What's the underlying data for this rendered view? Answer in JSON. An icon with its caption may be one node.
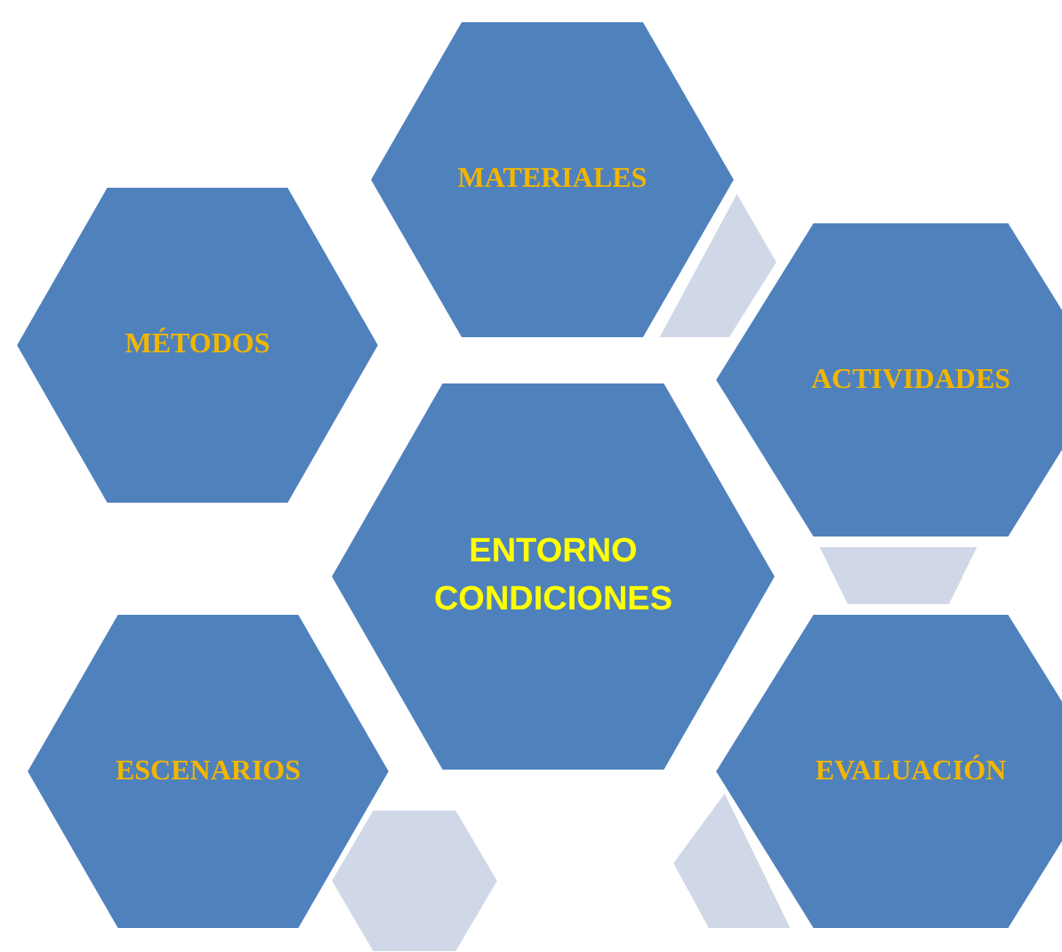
{
  "diagram": {
    "nodes": [
      {
        "text": [
          "MATERIALES"
        ]
      },
      {
        "text": [
          "MÉTODOS"
        ]
      },
      {
        "text": [],
        "shape": "hexagon"
      },
      {
        "text": [
          "ACTIVIDADES"
        ]
      },
      {
        "text": [
          "ENTORNO CONDICIONES"
        ]
      },
      {
        "text": [],
        "shape": "hexagon"
      },
      {
        "text": [
          "ESCENARIOS"
        ]
      },
      {
        "text": [
          "EVALUACIÓN"
        ]
      },
      {
        "text": [],
        "shape": "hexagon"
      },
      {
        "text": [],
        "shape": "hexagon"
      }
    ]
  }
}
